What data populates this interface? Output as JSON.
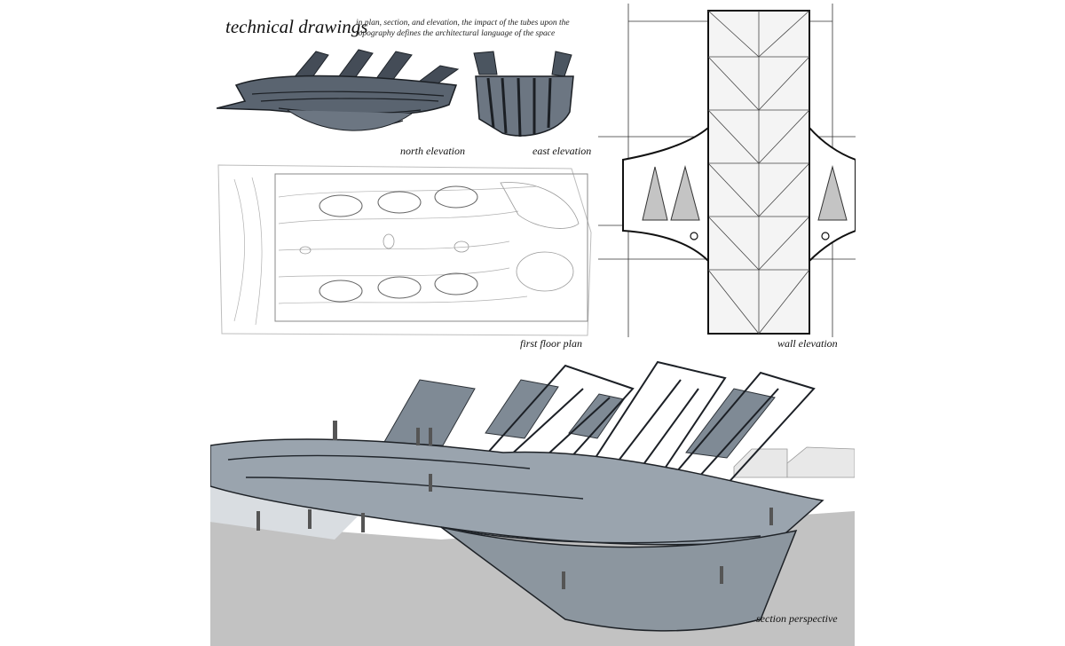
{
  "header": {
    "title": "technical drawings",
    "subtitle": "in plan, section, and elevation, the impact of the tubes upon the topography defines the architectural language of the space"
  },
  "captions": {
    "north_elevation": "north elevation",
    "east_elevation": "east elevation",
    "first_floor_plan": "first floor plan",
    "wall_elevation": "wall elevation",
    "section_perspective": "section perspective"
  },
  "colors": {
    "ink": "#111111",
    "steel": "#3c4550",
    "sky_gray": "#c9ced3",
    "ground_gray": "#bfbfbf",
    "plan_line": "#9a9a9a"
  }
}
